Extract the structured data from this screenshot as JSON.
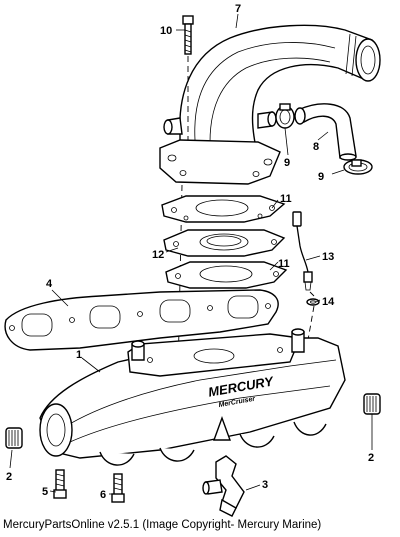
{
  "callouts": {
    "c1": "1",
    "c2a": "2",
    "c2b": "2",
    "c3": "3",
    "c4": "4",
    "c5": "5",
    "c6": "6",
    "c7": "7",
    "c8": "8",
    "c9a": "9",
    "c9b": "9",
    "c10": "10",
    "c11a": "11",
    "c11b": "11",
    "c12": "12",
    "c13": "13",
    "c14": "14"
  },
  "logo": {
    "brand": "MERCURY",
    "sub": "MerCruiser"
  },
  "caption": "MercuryPartsOnline v2.5.1 (Image Copyright- Mercury Marine)"
}
